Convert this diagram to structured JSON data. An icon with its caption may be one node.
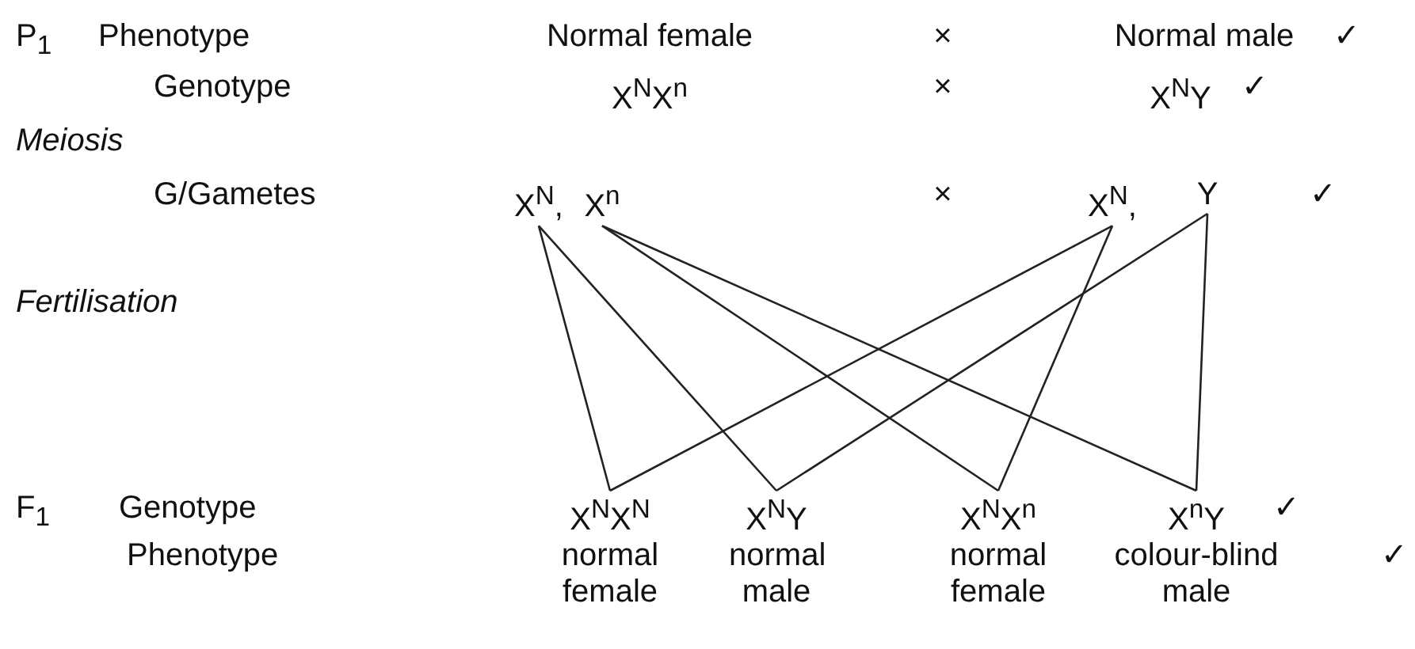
{
  "diagram": {
    "nodes": [
      {
        "text": [
          "X$^{N}$,"
        ]
      },
      {
        "text": [
          "X$^{n}$"
        ]
      },
      {
        "text": [
          "X$^{N}$,"
        ]
      },
      {
        "text": [
          "Y"
        ]
      },
      {
        "text": [
          "X$^{N}$X$^{N}$"
        ]
      },
      {
        "text": [
          "X$^{N}$Y"
        ]
      },
      {
        "text": [
          "X$^{N}$X$^{n}$"
        ]
      },
      {
        "text": [
          "X$^{n}$Y"
        ]
      }
    ],
    "edges": [
      {
        "from": 0,
        "to": 4,
        "arrow": "none"
      },
      {
        "from": 0,
        "to": 5,
        "arrow": "none"
      },
      {
        "from": 1,
        "to": 6,
        "arrow": "none"
      },
      {
        "from": 1,
        "to": 7,
        "arrow": "none"
      },
      {
        "from": 2,
        "to": 4,
        "arrow": "none"
      },
      {
        "from": 2,
        "to": 6,
        "arrow": "none"
      },
      {
        "from": 3,
        "to": 5,
        "arrow": "none"
      },
      {
        "from": 3,
        "to": 7,
        "arrow": "none"
      }
    ],
    "labels": [
      "P$_{1}$",
      "Phenotype",
      "Normal female",
      "×",
      "Normal male",
      "✓",
      "Genotype",
      "X$^{N}$X$^{n}$",
      "×",
      "X$^{N}$Y",
      "✓",
      "Meiosis",
      "G/Gametes",
      "×",
      "✓",
      "Fertilisation",
      "F$_{1}$",
      "Genotype",
      "✓",
      "Phenotype",
      "normal female",
      "normal male",
      "normal female",
      "colour-blind male",
      "✓"
    ]
  }
}
